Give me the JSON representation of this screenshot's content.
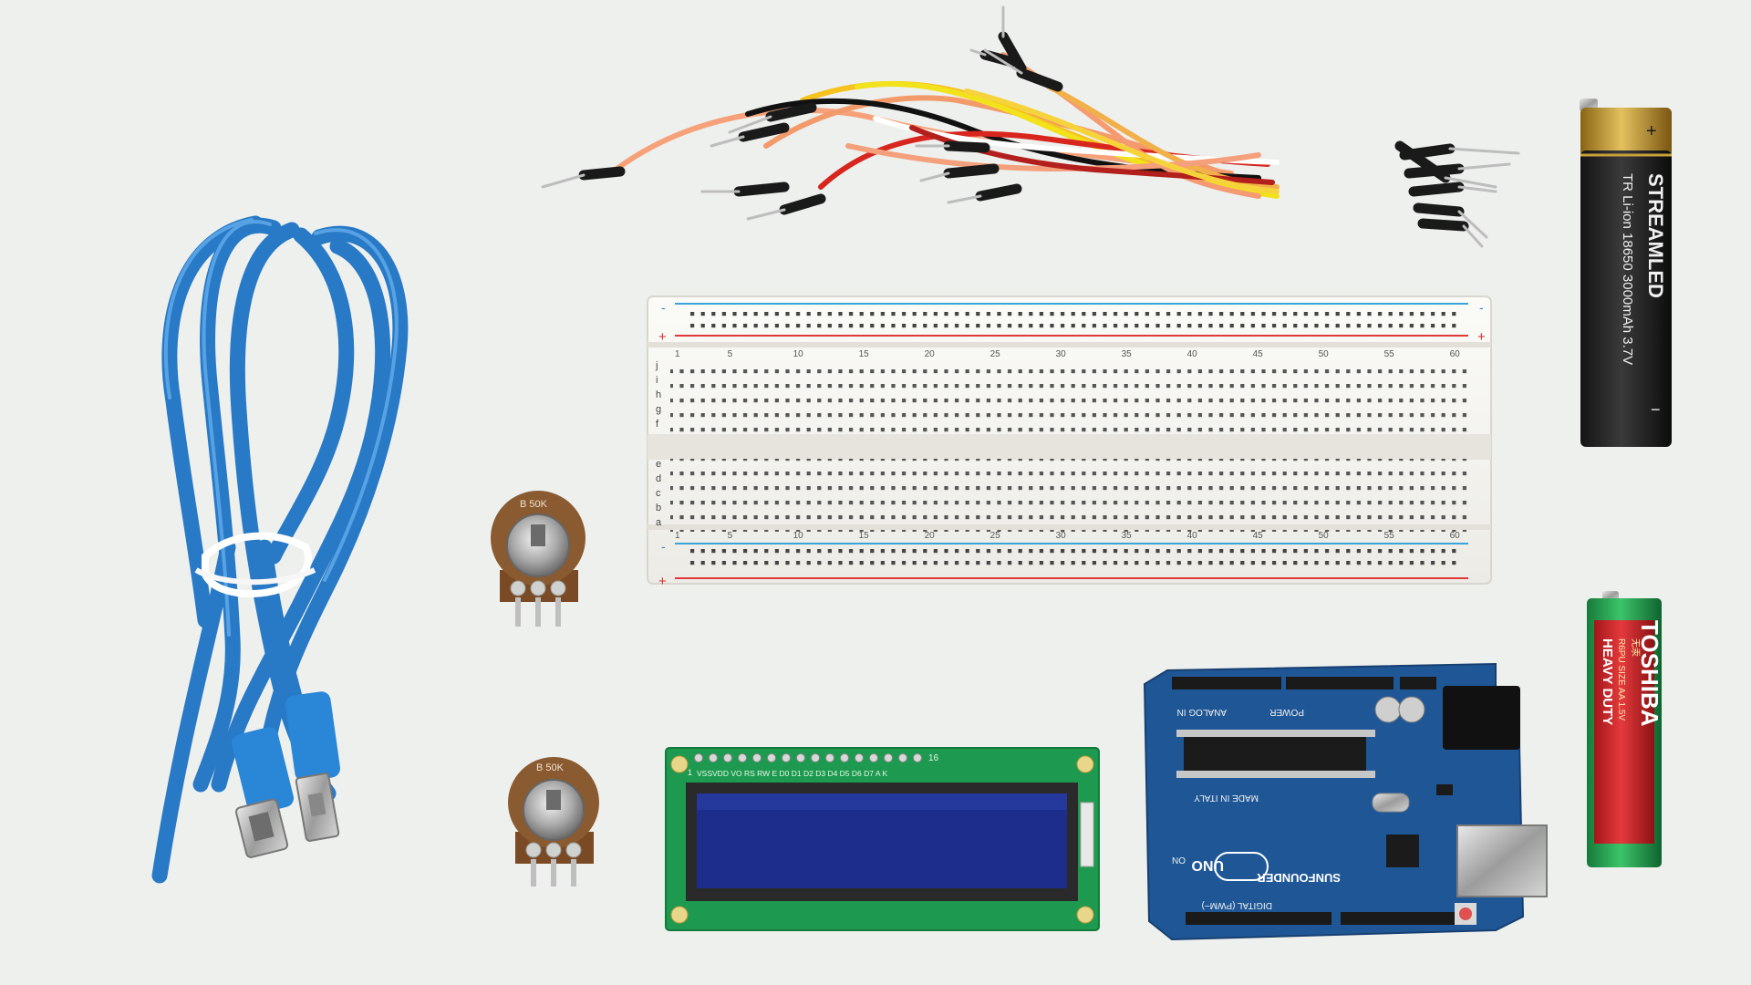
{
  "breadboard": {
    "plus": "+",
    "minus": "-",
    "row_letters_top": [
      "j",
      "i",
      "h",
      "g",
      "f"
    ],
    "row_letters_bottom": [
      "e",
      "d",
      "c",
      "b",
      "a"
    ],
    "column_numbers": [
      "1",
      "5",
      "10",
      "15",
      "20",
      "25",
      "30",
      "35",
      "40",
      "45",
      "50",
      "55",
      "60"
    ]
  },
  "potentiometer_top": {
    "label": "B 50K"
  },
  "potentiometer_bottom": {
    "label": "B 50K"
  },
  "lcd": {
    "pin_labels": "VSSVDD VO RS RW E D0 D1 D2 D3 D4 D5 D6 D7 A K",
    "pin_one": "1",
    "pin_sixteen": "16"
  },
  "arduino": {
    "brand": "SUNFOUNDER",
    "model": "UNO",
    "made_in": "MADE IN ITALY",
    "power": "POWER",
    "analog_in": "ANALOG IN",
    "digital": "DIGITAL (PWM~)",
    "on": "ON"
  },
  "battery_lithium": {
    "brand": "STREAMLED",
    "spec": "TR Li-ion 18650 3000mAh 3.7V",
    "plus": "+",
    "minus": "−"
  },
  "battery_toshiba": {
    "brand": "TOSHIBA",
    "line": "HEAVY DUTY",
    "spec": "R6PU SIZE AA 1.5V",
    "note": "无汞"
  },
  "colors": {
    "background": "#eef0ed",
    "usb_cable": "#2a86d6",
    "arduino_pcb": "#1f5796",
    "lcd_pcb": "#1d9a4f",
    "lcd_screen": "#1c2d8c",
    "toshiba_red": "#d9262a",
    "battery_gold": "#c99a2e"
  }
}
